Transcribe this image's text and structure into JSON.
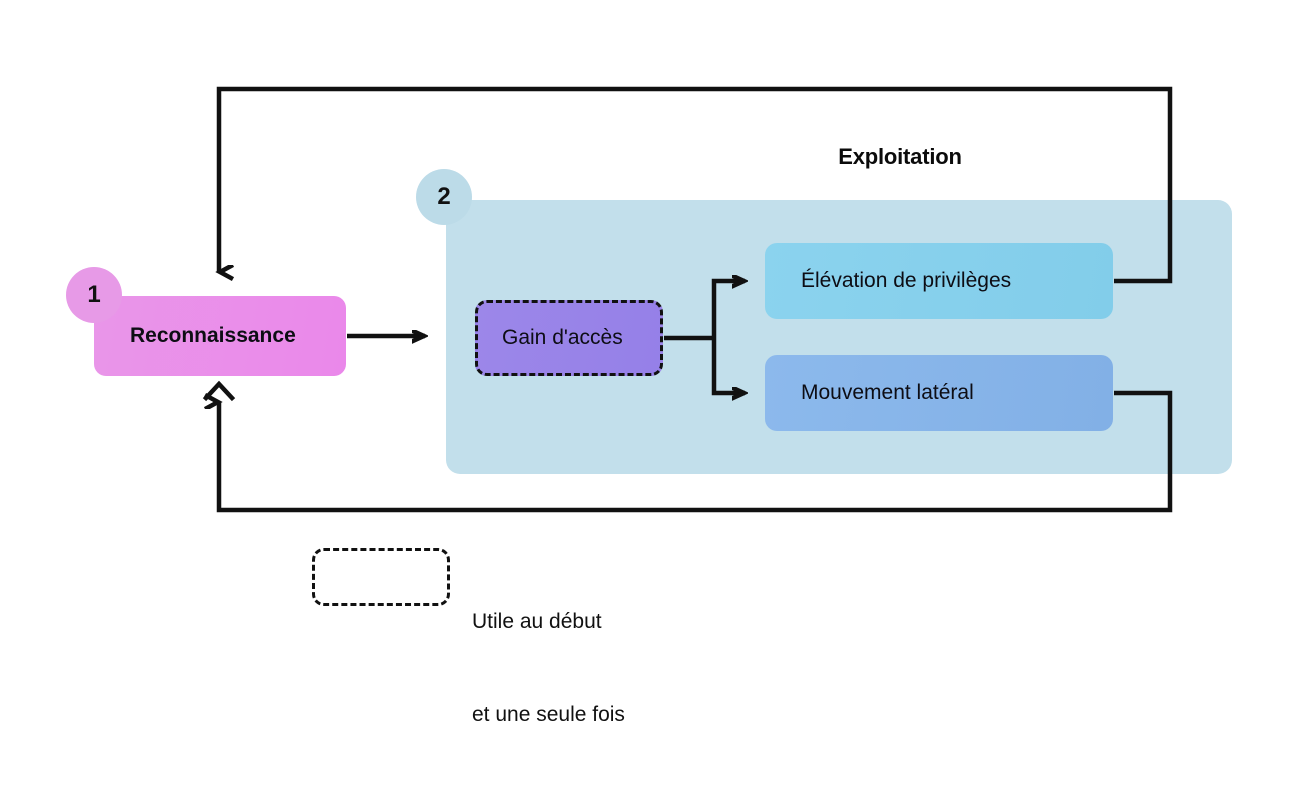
{
  "diagram": {
    "title_visible": false,
    "phase": {
      "label": "Exploitation",
      "badge": "2",
      "color": "#c2dfeb"
    },
    "steps": [
      {
        "id": "reconnaissance",
        "badge": "1",
        "label": "Reconnaissance",
        "color": "#ea88ea",
        "style": "solid"
      },
      {
        "id": "gain-acces",
        "label": "Gain d'accès",
        "color": "#9580e8",
        "style": "dashed"
      },
      {
        "id": "elevation-privileges",
        "label": "Élévation de privilèges",
        "color": "#82cdea",
        "style": "solid"
      },
      {
        "id": "mouvement-lateral",
        "label": "Mouvement latéral",
        "color": "#82b0e6",
        "style": "solid"
      }
    ],
    "legend": {
      "swatch_style": "dashed",
      "line1": "Utile au début",
      "line2": "et une seule fois"
    },
    "connectors": [
      {
        "name": "recon-to-gain",
        "type": "arrow",
        "from": "reconnaissance",
        "to": "gain-acces"
      },
      {
        "name": "gain-to-elevation",
        "type": "arrow",
        "from": "gain-acces",
        "to": "elevation-privileges"
      },
      {
        "name": "gain-to-lateral",
        "type": "arrow",
        "from": "gain-acces",
        "to": "mouvement-lateral"
      },
      {
        "name": "elevation-loop-back",
        "type": "arrow",
        "from": "elevation-privileges",
        "to": "reconnaissance"
      },
      {
        "name": "lateral-loop-back",
        "type": "arrow",
        "from": "mouvement-lateral",
        "to": "reconnaissance"
      }
    ],
    "stroke_color": "#111111"
  }
}
